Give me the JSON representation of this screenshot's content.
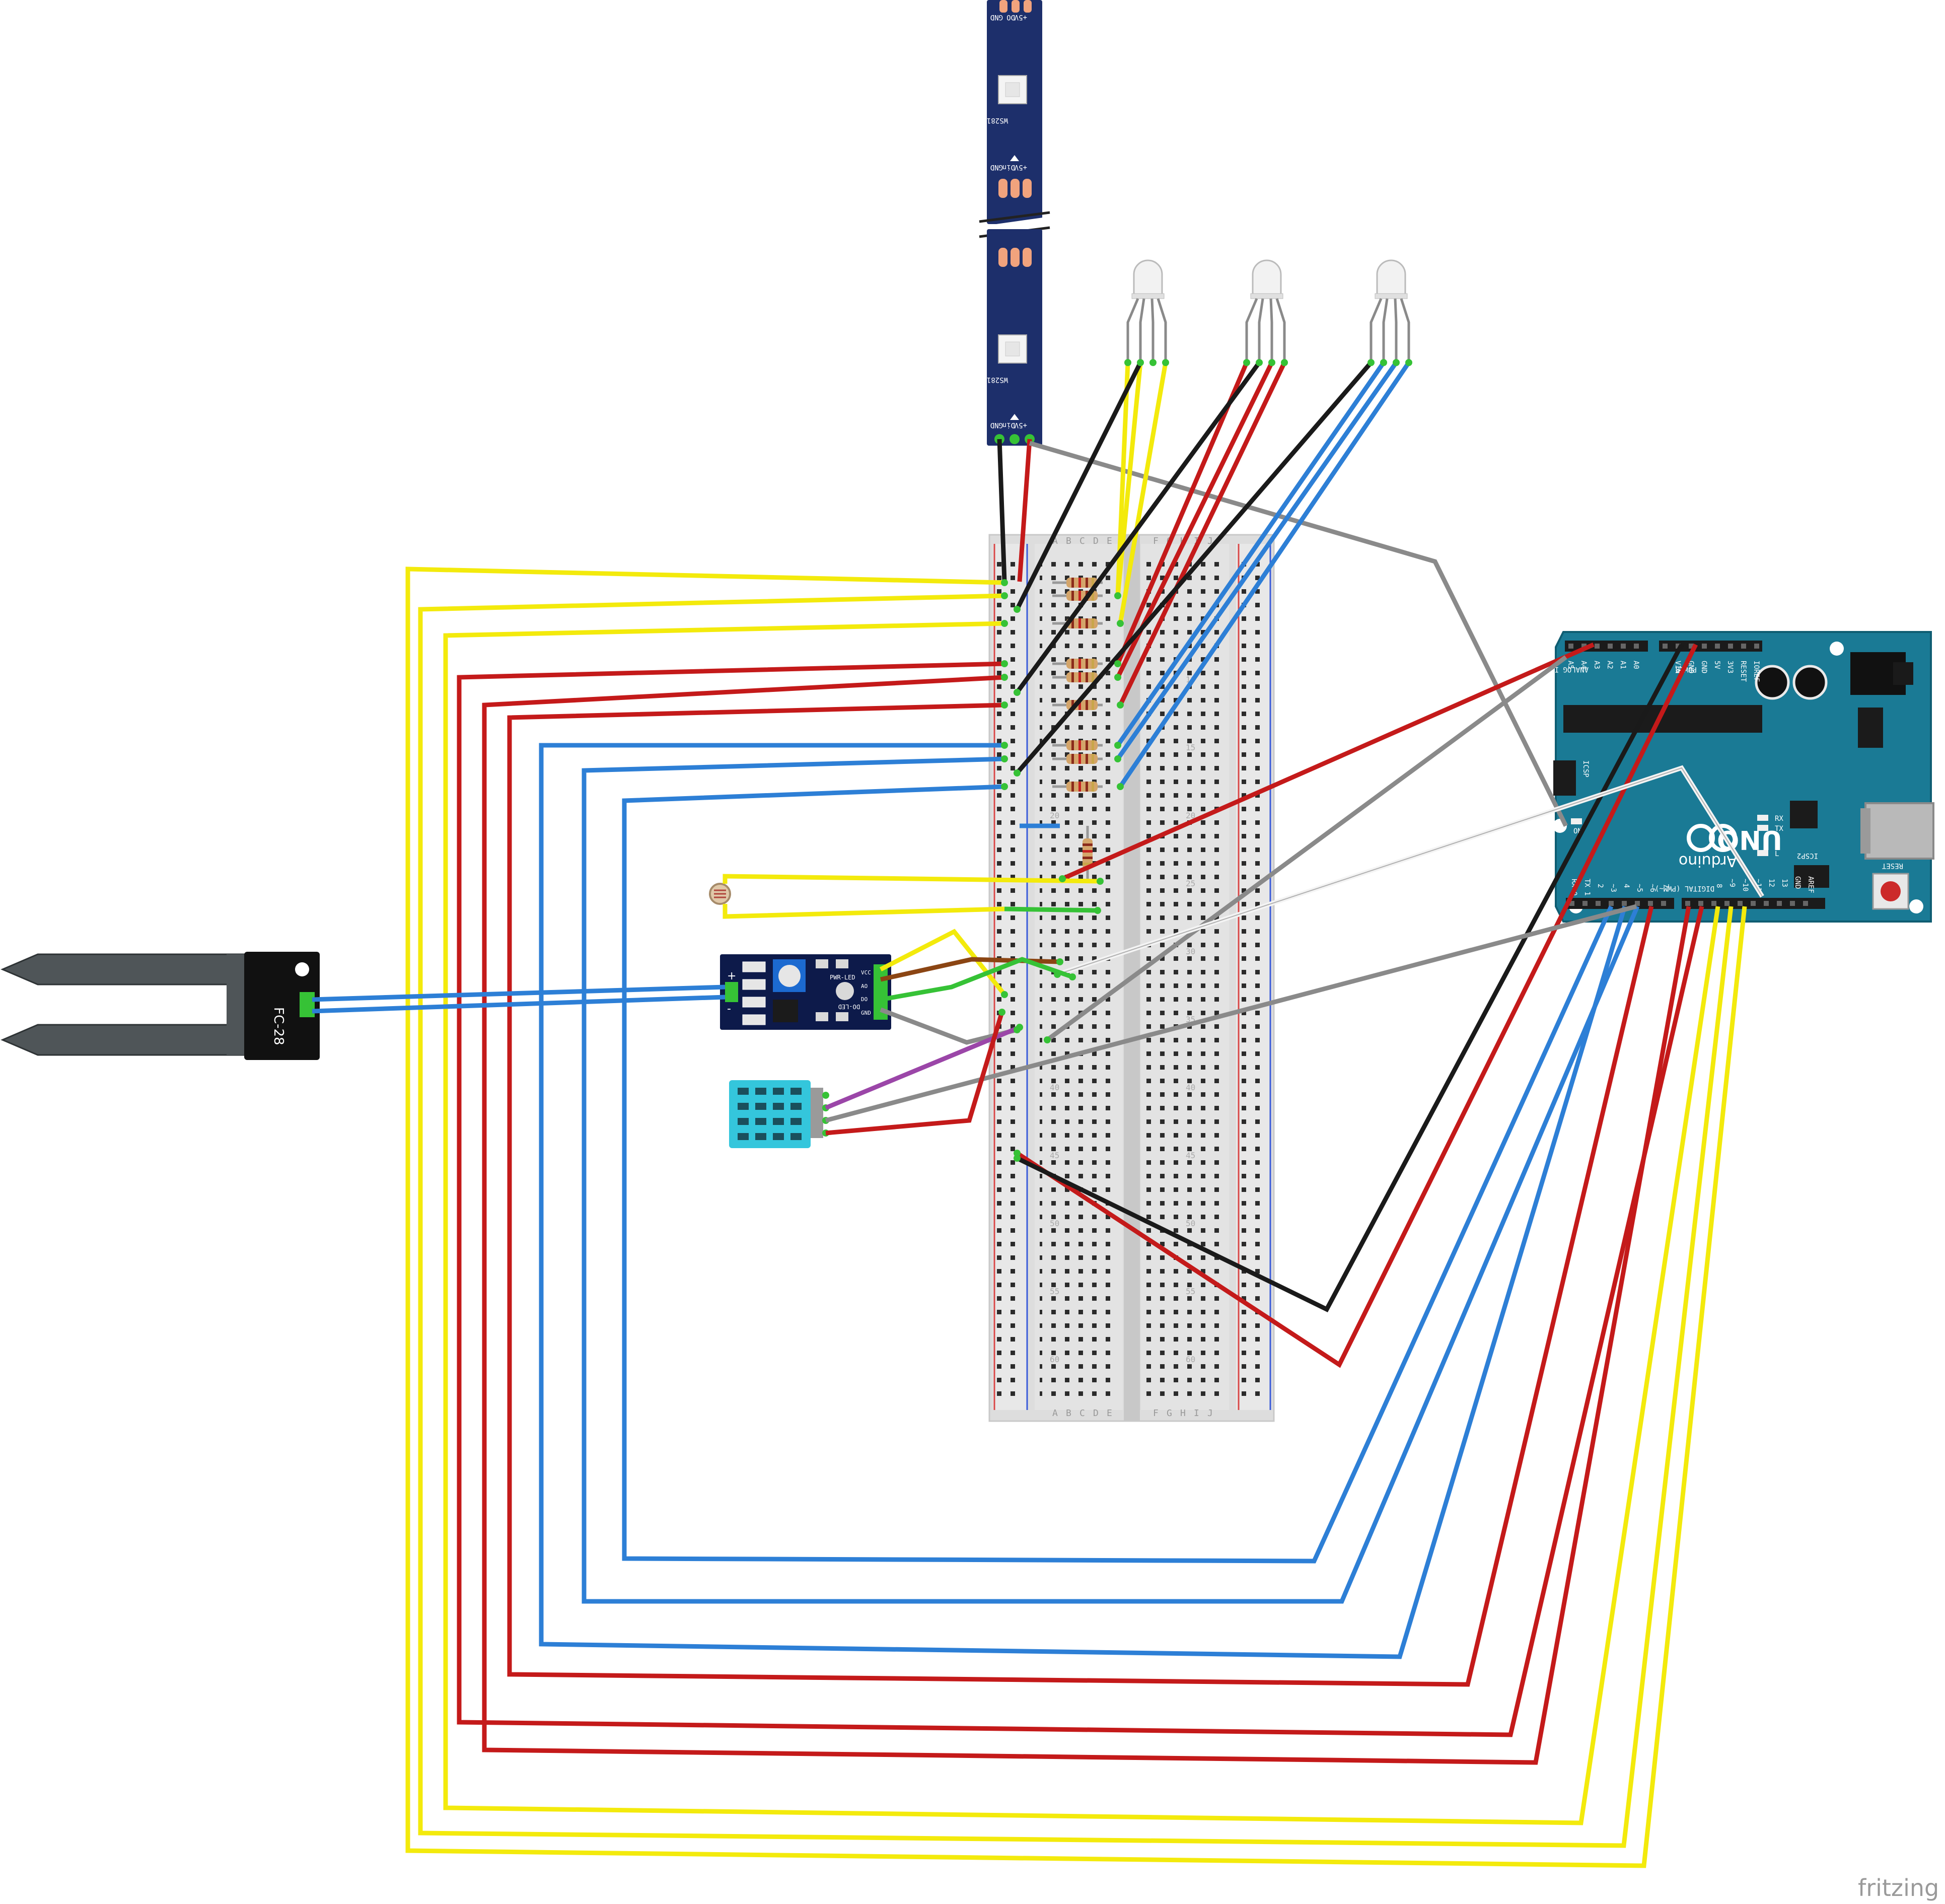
{
  "led_strip": {
    "chip_label": "WS2812B",
    "pad_labels": [
      "+5V",
      "Din",
      "GND"
    ],
    "pad_labels_out": [
      "+5V",
      "DO",
      "GND"
    ]
  },
  "soil_probe": {
    "label": "FC-28"
  },
  "moisture_module": {
    "pin_labels": [
      "VCC",
      "GND",
      "DO",
      "AO"
    ],
    "led_labels": [
      "PWR-LED",
      "DO-LED"
    ],
    "probe_pins": [
      "+",
      "-"
    ]
  },
  "breadboard": {
    "col_labels_left": [
      "A",
      "B",
      "C",
      "D",
      "E"
    ],
    "col_labels_right": [
      "F",
      "G",
      "H",
      "I",
      "J"
    ],
    "row_numbers": [
      "10",
      "15",
      "20",
      "25",
      "30",
      "35",
      "40",
      "45",
      "50",
      "55",
      "60"
    ]
  },
  "arduino": {
    "brand": "UNO",
    "logo_text": "Arduino",
    "header_analog": "ANALOG IN",
    "header_power": "POWER",
    "header_digital": "DIGITAL (PWM~)",
    "labels": [
      "IOREF",
      "RESET",
      "3V3",
      "5V",
      "GND",
      "GND",
      "VIN",
      "A0",
      "A1",
      "A2",
      "A3",
      "A4",
      "A5",
      "AREF",
      "GND",
      "13",
      "12",
      "~11",
      "~10",
      "~9",
      "8",
      "7",
      "~6",
      "~5",
      "4",
      "~3",
      "2",
      "TX 1",
      "RX 0",
      "TX",
      "RX",
      "L",
      "ON",
      "ICSP",
      "ICSP2",
      "RESET"
    ]
  },
  "watermark": "fritzing",
  "wire_colors": {
    "yellow": "#f3ea0c",
    "red": "#c41a1a",
    "blue": "#2d7fd6",
    "black": "#1a1a1a",
    "gray": "#8a8a8a",
    "white": "#f4f4f4",
    "green": "#36c236",
    "brown": "#8b4513",
    "purple": "#9b46a8"
  },
  "component_colors": {
    "arduino_board": "#1a7a95",
    "strip": "#1d2f6b",
    "dht": "#34c6dc",
    "module": "#0d1a4a",
    "probe": "#4f5558"
  }
}
